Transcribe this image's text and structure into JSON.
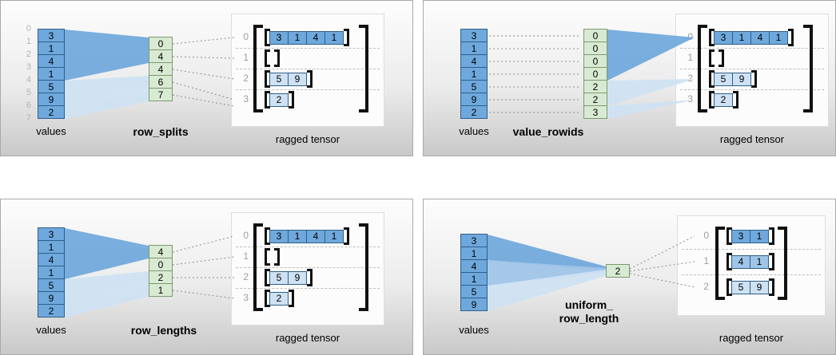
{
  "colors": {
    "value_cell_dark": "#6fa8dc",
    "value_cell_medium": "#9fc5e8",
    "value_cell_light": "#cfe2f3",
    "length_cell_green": "#d9ead3",
    "cell_border_blue": "#2e5f8a",
    "index_text_gray": "#9e9e9e",
    "bracket_black": "#111111"
  },
  "panels": [
    {
      "id": "row-splits",
      "values_label": "values",
      "method_label_lines": [
        "row_splits"
      ],
      "tensor_label": "ragged tensor",
      "values": [
        "3",
        "1",
        "4",
        "1",
        "5",
        "9",
        "2"
      ],
      "boundary_indices": [
        "0",
        "1",
        "2",
        "3",
        "4",
        "5",
        "6",
        "7"
      ],
      "middle_cells": [
        "0",
        "4",
        "4",
        "6",
        "7"
      ],
      "tensor_rows": [
        {
          "index": "0",
          "cells": [
            "3",
            "1",
            "4",
            "1"
          ],
          "shade": "dark"
        },
        {
          "index": "1",
          "cells": [],
          "shade": "dark"
        },
        {
          "index": "2",
          "cells": [
            "5",
            "9"
          ],
          "shade": "light"
        },
        {
          "index": "3",
          "cells": [
            "2"
          ],
          "shade": "light"
        }
      ]
    },
    {
      "id": "value-rowids",
      "values_label": "values",
      "method_label_lines": [
        "value_rowids"
      ],
      "tensor_label": "ragged tensor",
      "values": [
        "3",
        "1",
        "4",
        "1",
        "5",
        "9",
        "2"
      ],
      "middle_cells": [
        "0",
        "0",
        "0",
        "0",
        "2",
        "2",
        "3"
      ],
      "tensor_rows": [
        {
          "index": "0",
          "cells": [
            "3",
            "1",
            "4",
            "1"
          ],
          "shade": "dark"
        },
        {
          "index": "1",
          "cells": [],
          "shade": "dark"
        },
        {
          "index": "2",
          "cells": [
            "5",
            "9"
          ],
          "shade": "light"
        },
        {
          "index": "3",
          "cells": [
            "2"
          ],
          "shade": "light"
        }
      ]
    },
    {
      "id": "row-lengths",
      "values_label": "values",
      "method_label_lines": [
        "row_lengths"
      ],
      "tensor_label": "ragged tensor",
      "values": [
        "3",
        "1",
        "4",
        "1",
        "5",
        "9",
        "2"
      ],
      "middle_cells": [
        "4",
        "0",
        "2",
        "1"
      ],
      "tensor_rows": [
        {
          "index": "0",
          "cells": [
            "3",
            "1",
            "4",
            "1"
          ],
          "shade": "dark"
        },
        {
          "index": "1",
          "cells": [],
          "shade": "dark"
        },
        {
          "index": "2",
          "cells": [
            "5",
            "9"
          ],
          "shade": "light"
        },
        {
          "index": "3",
          "cells": [
            "2"
          ],
          "shade": "light"
        }
      ]
    },
    {
      "id": "uniform-row-length",
      "values_label": "values",
      "method_label_lines": [
        "uniform_",
        "row_length"
      ],
      "tensor_label": "ragged tensor",
      "values": [
        "3",
        "1",
        "4",
        "1",
        "5",
        "9"
      ],
      "middle_cells": [
        "2"
      ],
      "tensor_rows": [
        {
          "index": "0",
          "cells": [
            "3",
            "1"
          ],
          "shade": "dark"
        },
        {
          "index": "1",
          "cells": [
            "4",
            "1"
          ],
          "shade": "medium"
        },
        {
          "index": "2",
          "cells": [
            "5",
            "9"
          ],
          "shade": "light"
        }
      ]
    }
  ]
}
